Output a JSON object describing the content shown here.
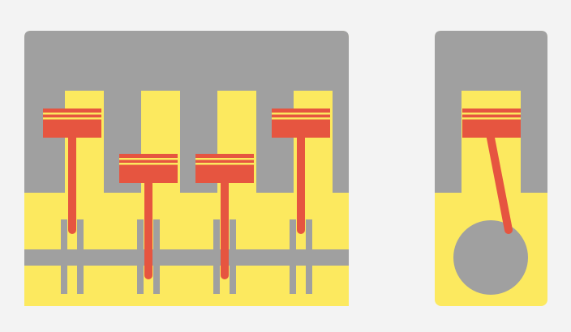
{
  "colors": {
    "background": "#f3f3f3",
    "engine_block": "#a0a0a0",
    "cylinder": "#fce95f",
    "piston": "#e65540",
    "crankshaft": "#a0a0a0"
  },
  "inline_engine": {
    "cylinder_count": 4,
    "piston_states": [
      "top",
      "bottom",
      "bottom",
      "top"
    ]
  },
  "side_view": {
    "piston_state": "top",
    "crank_element": "flywheel"
  }
}
